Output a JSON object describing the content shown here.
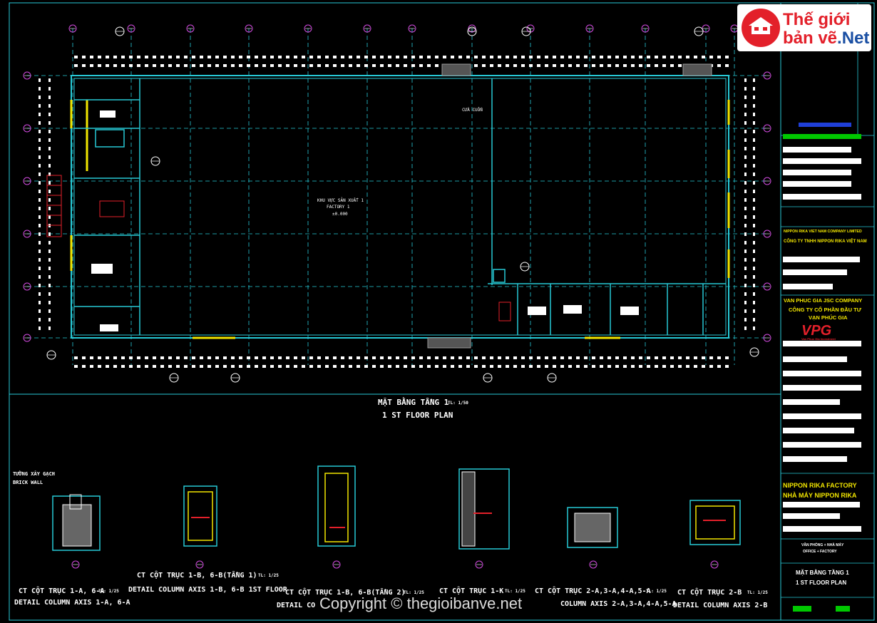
{
  "logo": {
    "line1": "Thế giới",
    "line2_a": "bản vẽ",
    "line2_b": ".Net"
  },
  "plan": {
    "zone_label": "KHU VỰC SẢN XUẤT 1",
    "zone_label_en": "FACTORY 1",
    "level": "±0.000",
    "door_label": "CỬA CUỐN",
    "title_vn": "MẶT BẰNG TẦNG 1",
    "title_scale": "TL: 1/50",
    "title_en": "1 ST FLOOR PLAN"
  },
  "details": {
    "brick_vn": "TƯỜNG XÂY GẠCH",
    "brick_en": "BRICK WALL",
    "d1_vn": "CT CỘT TRỤC 1-A, 6-A",
    "d1_scale": "TL: 1/25",
    "d1_en": "DETAIL COLUMN AXIS 1-A, 6-A",
    "d2_vn": "CT CỘT TRỤC 1-B, 6-B(TẦNG 1)",
    "d2_scale": "TL: 1/25",
    "d2_en": "DETAIL COLUMN AXIS 1-B, 6-B 1ST FLOOR",
    "d3_vn": "CT CỘT TRỤC 1-B, 6-B(TẦNG 2)",
    "d3_scale": "TL: 1/25",
    "d3_en": "DETAIL CO",
    "d4_vn": "CT CỘT TRỤC 1-K",
    "d4_scale": "TL: 1/25",
    "d5_vn": "CT CỘT TRỤC 2-A,3-A,4-A,5-A",
    "d5_scale": "TL: 1/25",
    "d5_en": "COLUMN AXIS 2-A,3-A,4-A,5-A",
    "d6_vn": "CT CỘT TRỤC 2-B",
    "d6_scale": "TL: 1/25",
    "d6_en": "DETAIL COLUMN AXIS 2-B"
  },
  "titleblock": {
    "client_en": "NIPPON RIKA VIET NAM COMPANY LIMITED",
    "client_vn": "CÔNG TY TNHH NIPPON RIKA VIỆT NAM",
    "designer_en": "VAN PHUC GIA JSC COMPANY",
    "designer_vn1": "CÔNG TY CỔ PHẦN  ĐẦU TƯ",
    "designer_vn2": "VẠN PHÚC GIA",
    "vpg": "VPG",
    "vpg_sub": "Van Phuc Gia Investment",
    "project_en": "NIPPON RIKA FACTORY",
    "project_vn": "NHÀ MÁY NIPPON RIKA",
    "small1": "VĂN PHÒNG + NHÀ MÁY",
    "small2": "OFFICE + FACTORY",
    "sheet_vn": "MẶT BẰNG TẦNG 1",
    "sheet_en": "1 ST FLOOR PLAN"
  },
  "watermark": "Copyright © thegioibanve.net",
  "colors": {
    "cyan": "#27c9d6",
    "yellow": "#f2e600",
    "green": "#00c800",
    "red": "#e3202a",
    "blue": "#1f3fd8"
  }
}
